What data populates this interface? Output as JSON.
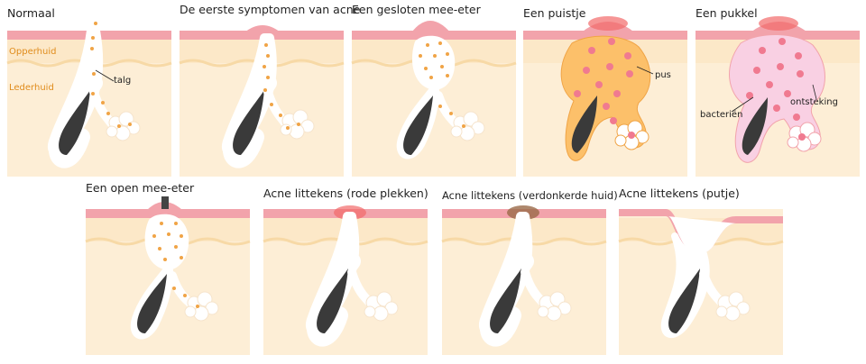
{
  "panels": [
    {
      "id": "p1",
      "title": "Normaal",
      "labels": {
        "layer_top": "Opperhuid",
        "layer_bottom": "Lederhuid",
        "sebum": "talg"
      }
    },
    {
      "id": "p2",
      "title": "De eerste symptomen van acne"
    },
    {
      "id": "p3",
      "title": "Een gesloten mee-eter"
    },
    {
      "id": "p4",
      "title": "Een puistje",
      "labels": {
        "pus": "pus"
      }
    },
    {
      "id": "p5",
      "title": "Een pukkel",
      "labels": {
        "bacteria": "bacteriën",
        "inflammation": "ontsteking"
      }
    },
    {
      "id": "p6",
      "title": "Een open mee-eter"
    },
    {
      "id": "p7",
      "title": "Acne littekens (rode plekken)"
    },
    {
      "id": "p8",
      "title": "Acne littekens (verdonkerde huid)"
    },
    {
      "id": "p9",
      "title": "Acne littekens (putje)"
    }
  ],
  "colors": {
    "skin_surface": "#f2a3ab",
    "dermis": "#fdeed6",
    "follicle": "#ffffff",
    "hair": "#3a3a3a",
    "sebum_dot": "#f0a446",
    "pus_fill": "#fcc06a",
    "pimple_fill": "#f9d0e3",
    "bacteria": "#f07a90",
    "redness": "#f26a6a",
    "dark_spot": "#9a6a48",
    "layer_label": "#e08c1c"
  },
  "icons": [
    "bacteria-icon",
    "sebum-gland-icon",
    "hair-icon"
  ]
}
